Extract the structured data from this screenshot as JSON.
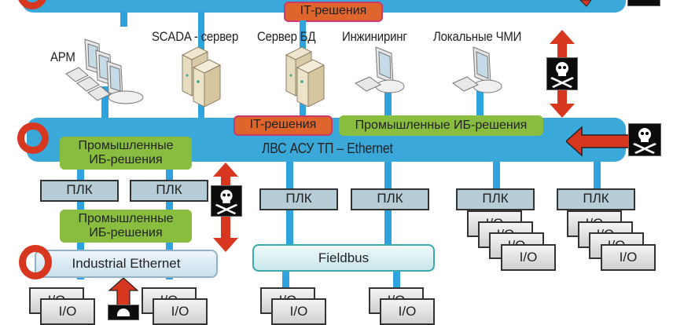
{
  "diagram": {
    "top_network": {
      "badge": "IT-решения"
    },
    "nodes": [
      {
        "id": "arm",
        "label": "АРМ",
        "icon": "workstation-cluster-icon"
      },
      {
        "id": "scada",
        "label": "SCADA - сервер",
        "icon": "server-icon"
      },
      {
        "id": "db",
        "label": "Сервер БД",
        "icon": "server-icon"
      },
      {
        "id": "eng",
        "label": "Инжиниринг",
        "icon": "workstation-icon"
      },
      {
        "id": "hmi",
        "label": "Локальные ЧМИ",
        "icon": "workstation-icon"
      }
    ],
    "lan": {
      "label": "ЛВС АСУ ТП – Ethernet",
      "it_badge": "IT-решения",
      "ib_badge": "Промышленные ИБ-решения"
    },
    "left_segment": {
      "ib_badge_top": "Промышленные\nИБ-решения",
      "ib_badge_bottom": "Промышленные\nИБ-решения",
      "plc": [
        "ПЛК",
        "ПЛК"
      ],
      "bus_label": "Industrial Ethernet",
      "io_label": "I/O"
    },
    "middle_segment": {
      "plc": [
        "ПЛК",
        "ПЛК"
      ],
      "bus_label": "Fieldbus",
      "io_label": "I/O"
    },
    "right_segment": {
      "plc": [
        "ПЛК",
        "ПЛК"
      ],
      "io_label": "I/O"
    },
    "threat_icon": "skull-crossbones-icon",
    "colors": {
      "bus": "#3aa8d8",
      "ring": "#d8371f",
      "it_badge": "#e0652c",
      "ib_badge": "#88bd3f",
      "plc": "#b6ccd6",
      "threat_arrow": "#d8371f"
    }
  }
}
